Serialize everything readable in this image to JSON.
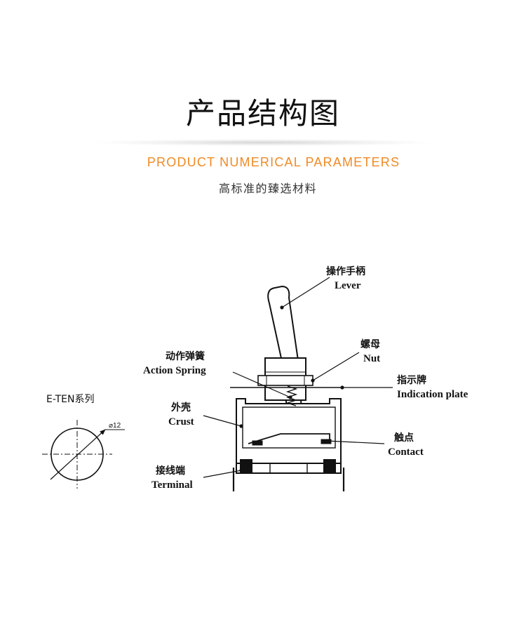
{
  "header": {
    "title": "产品结构图",
    "subtitle_en": "PRODUCT NUMERICAL PARAMETERS",
    "subtitle_zh": "高标准的臻选材料"
  },
  "diagram": {
    "series_label": "E-TEN系列",
    "diameter_label": "⌀12",
    "labels": {
      "lever": {
        "zh": "操作手柄",
        "en": "Lever"
      },
      "nut": {
        "zh": "螺母",
        "en": "Nut"
      },
      "action_spring": {
        "zh": "动作弹簧",
        "en": "Action Spring"
      },
      "indication_plate": {
        "zh": "指示牌",
        "en": "Indication plate"
      },
      "crust": {
        "zh": "外壳",
        "en": "Crust"
      },
      "contact": {
        "zh": "触点",
        "en": "Contact"
      },
      "terminal": {
        "zh": "接线端",
        "en": "Terminal"
      }
    }
  }
}
